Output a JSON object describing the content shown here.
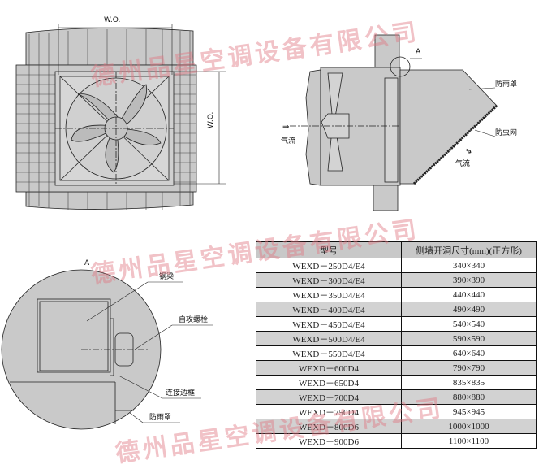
{
  "front_view": {
    "dimension_width": "W.O.",
    "dimension_height": "W.O."
  },
  "side_view": {
    "detail_marker": "A",
    "rain_hood": "防雨罩",
    "insect_screen": "防虫网",
    "airflow_in": "气流",
    "airflow_out": "气流"
  },
  "detail_view": {
    "title": "A",
    "steel_beam": "钢梁",
    "self_tapping_bolt": "自攻螺栓",
    "connecting_frame": "连接边框",
    "rain_hood": "防雨罩"
  },
  "table": {
    "headers": [
      "型号",
      "侧墙开洞尺寸(mm)(正方形)"
    ],
    "rows": [
      [
        "WEXD－250D4/E4",
        "340×340"
      ],
      [
        "WEXD－300D4/E4",
        "390×390"
      ],
      [
        "WEXD－350D4/E4",
        "440×440"
      ],
      [
        "WEXD－400D4/E4",
        "490×490"
      ],
      [
        "WEXD－450D4/E4",
        "540×540"
      ],
      [
        "WEXD－500D4/E4",
        "590×590"
      ],
      [
        "WEXD－550D4/E4",
        "640×640"
      ],
      [
        "WEXD－600D4",
        "790×790"
      ],
      [
        "WEXD－650D4",
        "835×835"
      ],
      [
        "WEXD－700D4",
        "880×880"
      ],
      [
        "WEXD－750D4",
        "945×945"
      ],
      [
        "WEXD－800D6",
        "1000×1000"
      ],
      [
        "WEXD－900D6",
        "1100×1100"
      ]
    ]
  },
  "watermark": "德州品星空调设备有限公司"
}
